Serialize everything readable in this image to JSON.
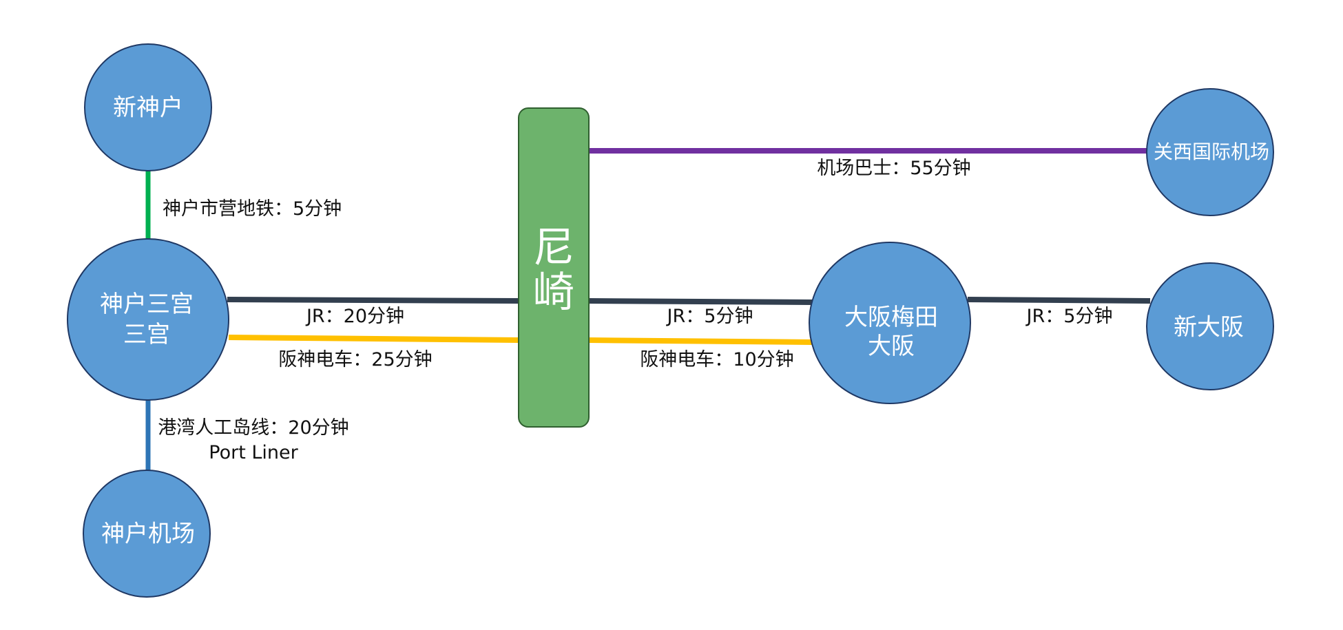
{
  "colors": {
    "station_fill": "#5b9bd5",
    "station_stroke": "#1f3864",
    "hub_fill": "#6db36c",
    "hub_stroke": "#2f5f2f",
    "green_line": "#00b050",
    "navy_line": "#323f4f",
    "yellow_line": "#ffc000",
    "blue_line": "#2e75b6",
    "purple_line": "#7030a0"
  },
  "stations": {
    "shinkobe": "新神户",
    "sannomiya": {
      "line1": "神户三宫",
      "line2": "三宫"
    },
    "kobe_airport": "神户机场",
    "kansai_airport": "关西国际机场",
    "umeda": {
      "line1": "大阪梅田",
      "line2": "大阪"
    },
    "shinosaka": "新大阪"
  },
  "hub": {
    "char1": "尼",
    "char2": "崎"
  },
  "routes": {
    "kobe_subway": "神户市营地铁：5分钟",
    "jr_sannomiya_amagasaki": "JR：20分钟",
    "hanshin_sannomiya_amagasaki": "阪神电车：25分钟",
    "port_liner": {
      "line1": "港湾人工岛线：20分钟",
      "line2": "Port Liner"
    },
    "airport_bus": "机场巴士：55分钟",
    "jr_amagasaki_osaka": "JR：5分钟",
    "hanshin_amagasaki_umeda": "阪神电车：10分钟",
    "jr_osaka_shinosaka": "JR：5分钟"
  }
}
